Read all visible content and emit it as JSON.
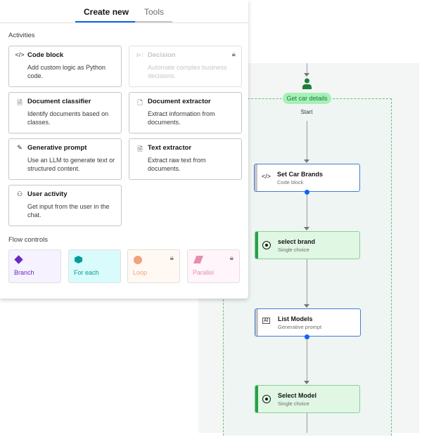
{
  "tabs": [
    {
      "label": "Create new",
      "active": true
    },
    {
      "label": "Tools",
      "active": false
    }
  ],
  "activities_title": "Activities",
  "activities": [
    {
      "title": "Code block",
      "desc": "Add custom logic as Python code.",
      "icon": "code-icon",
      "locked": false
    },
    {
      "title": "Decision",
      "desc": "Automate complex business decisions.",
      "icon": "decision-icon",
      "locked": true
    },
    {
      "title": "Document classifier",
      "desc": "Identify documents based on classes.",
      "icon": "document-classifier-icon",
      "locked": false
    },
    {
      "title": "Document extractor",
      "desc": "Extract information from documents.",
      "icon": "document-extractor-icon",
      "locked": false
    },
    {
      "title": "Generative prompt",
      "desc": "Use an LLM to generate text or structured content.",
      "icon": "pencil-icon",
      "locked": false
    },
    {
      "title": "Text extractor",
      "desc": "Extract raw text from documents.",
      "icon": "text-extractor-icon",
      "locked": false
    },
    {
      "title": "User activity",
      "desc": "Get input from the user in the chat.",
      "icon": "user-icon",
      "locked": false
    }
  ],
  "flow_controls_title": "Flow controls",
  "flow_controls": [
    {
      "label": "Branch",
      "color": "#6929c4",
      "bg": "#f6f2ff",
      "locked": false
    },
    {
      "label": "For each",
      "color": "#009d9a",
      "bg": "#d9fbfb",
      "locked": false
    },
    {
      "label": "Loop",
      "color": "#f0a27c",
      "bg": "#fff8f3",
      "locked": true
    },
    {
      "label": "Parallel",
      "color": "#e38fb0",
      "bg": "#fff5fa",
      "locked": true
    }
  ],
  "flow": {
    "group_label": "Get car details",
    "start_label": "Start",
    "nodes": [
      {
        "title": "Set Car Brands",
        "subtitle": "Code block",
        "icon": "code-icon"
      },
      {
        "title": "select brand",
        "subtitle": "Single choice",
        "icon": "radio-icon"
      },
      {
        "title": "List Models",
        "subtitle": "Generative prompt",
        "icon": "ai-icon"
      },
      {
        "title": "Select Model",
        "subtitle": "Single choice",
        "icon": "radio-icon"
      }
    ]
  },
  "colors": {
    "accent": "#0f62fe",
    "user_activity": "#24a148"
  }
}
